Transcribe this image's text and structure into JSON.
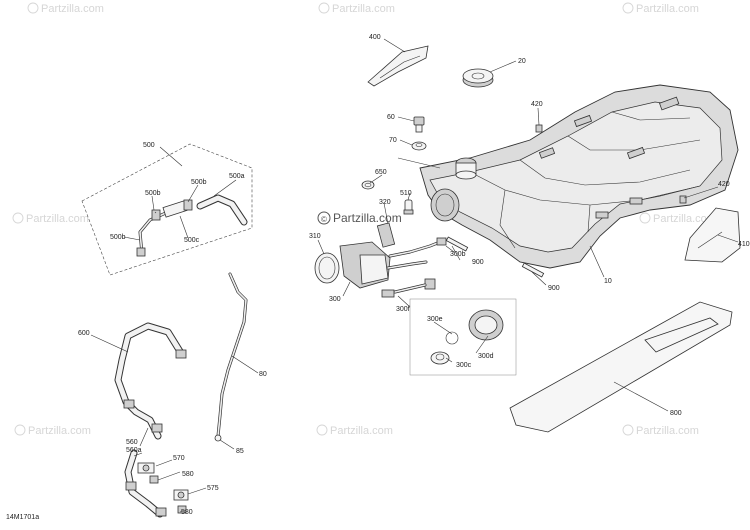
{
  "diagram": {
    "code": "14M1701a",
    "watermarks": [
      "Partzilla.com",
      "Partzilla.com",
      "Partzilla.com",
      "Partzilla.com",
      "Partzilla.com",
      "Partzilla.com",
      "Partzilla.com",
      "Partzilla.com",
      "Partzilla.com"
    ],
    "center_watermark": "Partzilla.com",
    "callouts": {
      "p400": "400",
      "p20": "20",
      "p420a": "420",
      "p60": "60",
      "p70": "70",
      "p650": "650",
      "p510": "510",
      "p320": "320",
      "p310": "310",
      "p300": "300",
      "p300b": "300b",
      "p900a": "900",
      "p900b": "900",
      "p10": "10",
      "p420b": "420",
      "p410": "410",
      "p300f": "300f",
      "p300e": "300e",
      "p300d": "300d",
      "p300c": "300c",
      "p800": "800",
      "p500": "500",
      "p500a": "500a",
      "p500b1": "500b",
      "p500b2": "500b",
      "p500b3": "500b",
      "p500c": "500c",
      "p600": "600",
      "p80": "80",
      "p85": "85",
      "p560": "560",
      "p560a": "560a",
      "p570": "570",
      "p575": "575",
      "p580a": "580",
      "p580b": "580"
    }
  }
}
